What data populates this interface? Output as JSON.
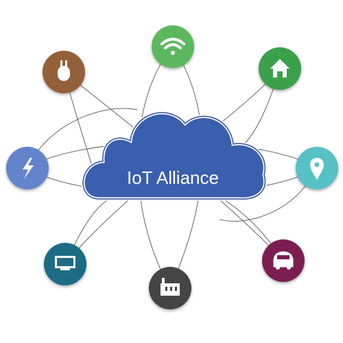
{
  "hub": {
    "label": "IoT Alliance",
    "fill": "#3a5fae",
    "outline": "#2e4f98"
  },
  "nodes": [
    {
      "id": "wifi",
      "icon": "wifi-icon",
      "color": "#5cb85f"
    },
    {
      "id": "home",
      "icon": "home-icon",
      "color": "#3aa14a"
    },
    {
      "id": "location",
      "icon": "map-pin-icon",
      "color": "#56c2c5"
    },
    {
      "id": "vehicle",
      "icon": "car-icon",
      "color": "#7b1e4f"
    },
    {
      "id": "factory",
      "icon": "factory-icon",
      "color": "#454545"
    },
    {
      "id": "monitor",
      "icon": "monitor-icon",
      "color": "#1d6c85"
    },
    {
      "id": "energy",
      "icon": "lightning-icon",
      "color": "#6384cc"
    },
    {
      "id": "sensor",
      "icon": "sensor-icon",
      "color": "#94603a"
    }
  ],
  "line_color": "#333333"
}
